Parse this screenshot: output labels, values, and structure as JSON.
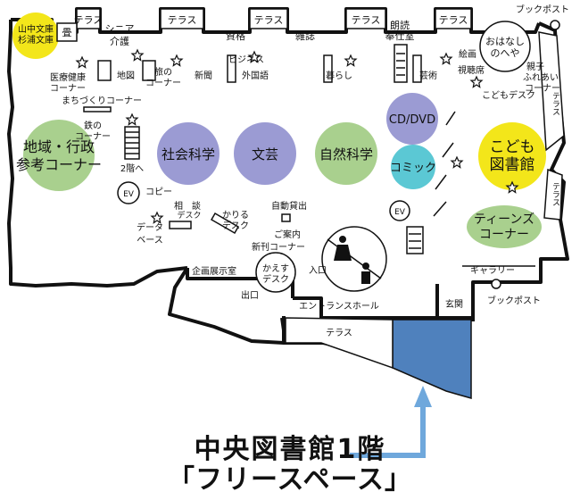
{
  "floor": {
    "title": "中央図書館1階",
    "subtitle": "「フリースペース」"
  },
  "zones": {
    "yamanaka": [
      "山中文庫",
      "杉浦文庫"
    ],
    "local": [
      "地域・行政",
      "参考コーナー"
    ],
    "social": "社会科学",
    "literature": "文芸",
    "science": "自然科学",
    "cd": "CD/DVD",
    "comic": "コミック",
    "children": [
      "こども",
      "図書館"
    ],
    "teens": [
      "ティーンズ",
      "コーナー"
    ]
  },
  "labels": {
    "terrace": "テラス",
    "tatami": "畳",
    "senior": [
      "シニア",
      "介護"
    ],
    "shikaku": "資格",
    "zasshi": "雑誌",
    "roudoku": [
      "朗読",
      "奉仕室"
    ],
    "ohanashi": [
      "おはなし",
      "のへや"
    ],
    "bookpost": "ブックポスト",
    "iryou": [
      "医療健康",
      "コーナー"
    ],
    "chizu": "地図",
    "tabi": [
      "旅の",
      "コーナー"
    ],
    "shinbun": "新聞",
    "business": [
      "ビジネス",
      "外国語"
    ],
    "kurashi": "暮らし",
    "geijutsu": "芸術",
    "eizou": [
      "絵画",
      "視聴席"
    ],
    "oyako": [
      "親子",
      "ふれあい",
      "コーナー"
    ],
    "kodomo_desk": "こどもデスク",
    "machizukuri": "まちづくりコーナー",
    "tetsu": [
      "鉄の",
      "コーナー"
    ],
    "nikai": "2階へ",
    "ev": "EV",
    "copy": "コピー",
    "soudan": [
      "相　談",
      "デスク"
    ],
    "data": [
      "データ",
      "ベース"
    ],
    "kariru": [
      "かりる",
      "デスク"
    ],
    "jidou": "自動貸出",
    "goannai": "ご案内",
    "shinkan": "新刊コーナー",
    "kaesu": [
      "かえす",
      "デスク"
    ],
    "iriguchi": "入口",
    "deguchi": "出口",
    "kikaku": "企画展示室",
    "entrance": "エントランスホール",
    "genkan": "玄関",
    "gallery": "ギャラリー"
  },
  "colors": {
    "green": "#a9d08e",
    "purple": "#9b9bd3",
    "cyan": "#5bc8d4",
    "yellow": "#f3e61a",
    "free_space": "#4f81bd",
    "arrow": "#6fa8dc"
  }
}
